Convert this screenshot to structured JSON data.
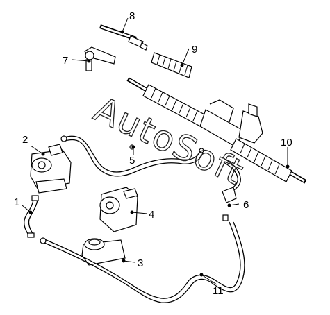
{
  "watermark": "AutoSoft",
  "callouts": {
    "p1": "1",
    "p2": "2",
    "p3": "3",
    "p4": "4",
    "p5": "5",
    "p6": "6",
    "p7": "7",
    "p8": "8",
    "p9": "9",
    "p10": "10",
    "p11": "11"
  }
}
